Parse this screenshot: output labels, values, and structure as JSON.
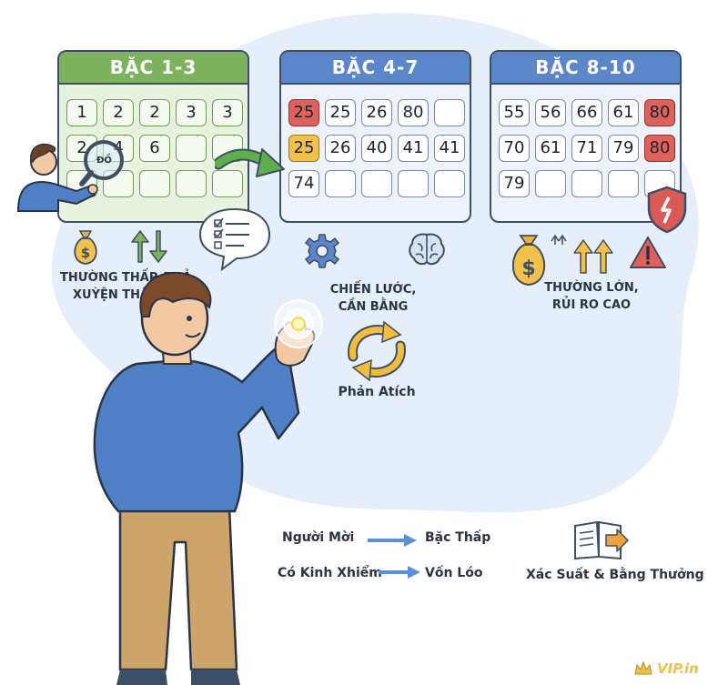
{
  "tiers": [
    {
      "title": "BẶC 1-3",
      "rows": [
        [
          "1",
          "2",
          "2",
          "3",
          "3"
        ],
        [
          "2",
          "4",
          "6",
          "",
          ""
        ],
        [
          "",
          "",
          "",
          "",
          ""
        ]
      ]
    },
    {
      "title": "BẶC 4-7",
      "rows": [
        [
          "25",
          "25",
          "26",
          "80",
          ""
        ],
        [
          "25",
          "26",
          "40",
          "41",
          "41"
        ],
        [
          "74",
          "",
          "",
          "",
          ""
        ]
      ]
    },
    {
      "title": "BẶC 8-10",
      "rows": [
        [
          "55",
          "56",
          "66",
          "61",
          "80"
        ],
        [
          "70",
          "61",
          "71",
          "79",
          "80"
        ],
        [
          "79",
          "",
          "",
          "",
          ""
        ]
      ]
    }
  ],
  "highlights": {
    "red": [
      "0-0-0",
      "2-0-4",
      "2-1-4"
    ],
    "yellow": [
      "1-1-0"
    ]
  },
  "labels": {
    "low_line1": "THƯỜNG THẤP, THẢ",
    "low_line2": "XUỲỆN THẤ",
    "strategy_line1": "CHIẾN LƯỚC,",
    "strategy_line2": "CẦN BẰNG",
    "high_line1": "THƯỜNG LỚN,",
    "high_line2": "RỦI RO CAO",
    "cycle": "Phản Atích",
    "magnifier_text": "ĐỒ"
  },
  "legend": {
    "row1_left": "Người Mời",
    "row1_right": "Bặc Thấp",
    "row2_left": "Có Kinh Xhiểm",
    "row2_right": "Vốn Lóo",
    "book_caption": "Xác Suất & Bằng Thưởng"
  },
  "watermark": "VIP.in",
  "colors": {
    "green_header": "#7cb35c",
    "blue_header": "#5b86c9",
    "red_cell": "#e0605c",
    "yellow_cell": "#f2c14c",
    "arrow_green": "#5fae4c",
    "arrow_blue": "#5b8fd8",
    "cycle_yellow": "#f2bd3c"
  },
  "icons": [
    "money-bag-icon",
    "up-down-arrows-icon",
    "checklist-speech-bubble-icon",
    "gear-icon",
    "brain-icon",
    "warning-icon",
    "shield-broken-icon",
    "book-arrow-icon",
    "cycle-arrows-icon",
    "touch-ripple-icon",
    "magnifier-icon"
  ]
}
